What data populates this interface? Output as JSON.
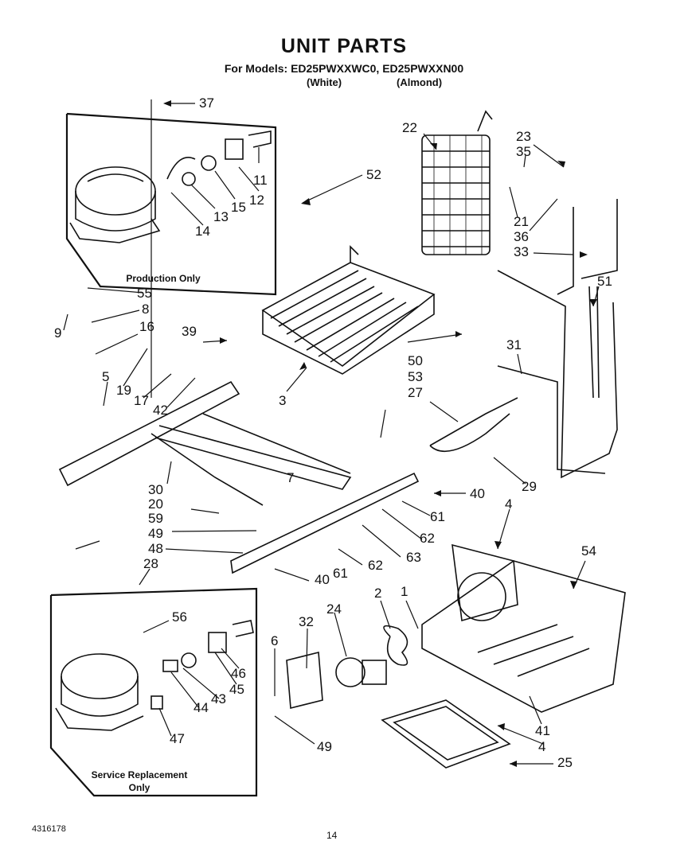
{
  "header": {
    "title": "UNIT PARTS",
    "models_line": "For Models: ED25PWXXWC0, ED25PWXXN00",
    "model_white": "(White)",
    "model_almond": "(Almond)"
  },
  "boxes": {
    "production": "Production Only",
    "service_line1": "Service Replacement",
    "service_line2": "Only"
  },
  "callouts": [
    "37",
    "22",
    "23",
    "35",
    "11",
    "52",
    "12",
    "15",
    "13",
    "14",
    "21",
    "36",
    "33",
    "55",
    "8",
    "51",
    "9",
    "16",
    "39",
    "31",
    "50",
    "53",
    "5",
    "19",
    "17",
    "42",
    "3",
    "27",
    "7",
    "29",
    "40",
    "30",
    "20",
    "61",
    "4",
    "59",
    "62",
    "49",
    "48",
    "63",
    "54",
    "28",
    "61b",
    "62b",
    "40b",
    "2",
    "1",
    "24",
    "56",
    "32",
    "6",
    "46",
    "45",
    "43",
    "44",
    "41",
    "4b",
    "47",
    "49b",
    "25"
  ],
  "callout_text": {
    "c37": "37",
    "c22": "22",
    "c23": "23",
    "c35": "35",
    "c11": "11",
    "c52": "52",
    "c12": "12",
    "c15": "15",
    "c13": "13",
    "c14": "14",
    "c21": "21",
    "c36": "36",
    "c33": "33",
    "c55": "55",
    "c8": "8",
    "c51": "51",
    "c9": "9",
    "c16": "16",
    "c39": "39",
    "c31": "31",
    "c50": "50",
    "c53": "53",
    "c5": "5",
    "c19": "19",
    "c17": "17",
    "c42": "42",
    "c3": "3",
    "c27": "27",
    "c7": "7",
    "c29": "29",
    "c40a": "40",
    "c30": "30",
    "c20": "20",
    "c61a": "61",
    "c4a": "4",
    "c59": "59",
    "c62a": "62",
    "c49a": "49",
    "c48": "48",
    "c63": "63",
    "c54": "54",
    "c28": "28",
    "c61b": "61",
    "c62b": "62",
    "c40b": "40",
    "c2": "2",
    "c1": "1",
    "c24": "24",
    "c56": "56",
    "c32": "32",
    "c6": "6",
    "c46": "46",
    "c45": "45",
    "c43": "43",
    "c44": "44",
    "c41": "41",
    "c4b": "4",
    "c47": "47",
    "c49b": "49",
    "c25": "25"
  },
  "footer": {
    "part_number": "4316178",
    "page_number": "14"
  }
}
